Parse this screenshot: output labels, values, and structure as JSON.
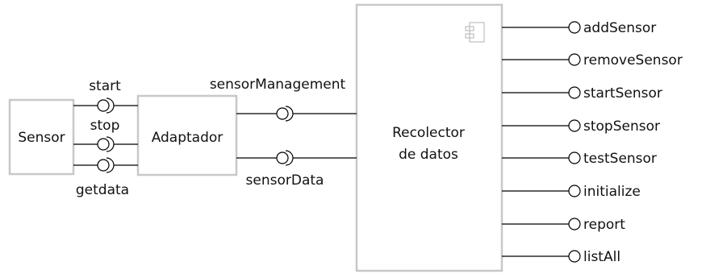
{
  "components": {
    "sensor": "Sensor",
    "adapter": "Adaptador",
    "collector_line1": "Recolector",
    "collector_line2": "de datos"
  },
  "sensor_adapter_interfaces": [
    "start",
    "stop",
    "getdata"
  ],
  "adapter_collector_interfaces": [
    "sensorManagement",
    "sensorData"
  ],
  "collector_provided_interfaces": [
    "addSensor",
    "removeSensor",
    "startSensor",
    "stopSensor",
    "testSensor",
    "initialize",
    "report",
    "listAll"
  ],
  "icons": {
    "collector_icon": "component-icon"
  }
}
